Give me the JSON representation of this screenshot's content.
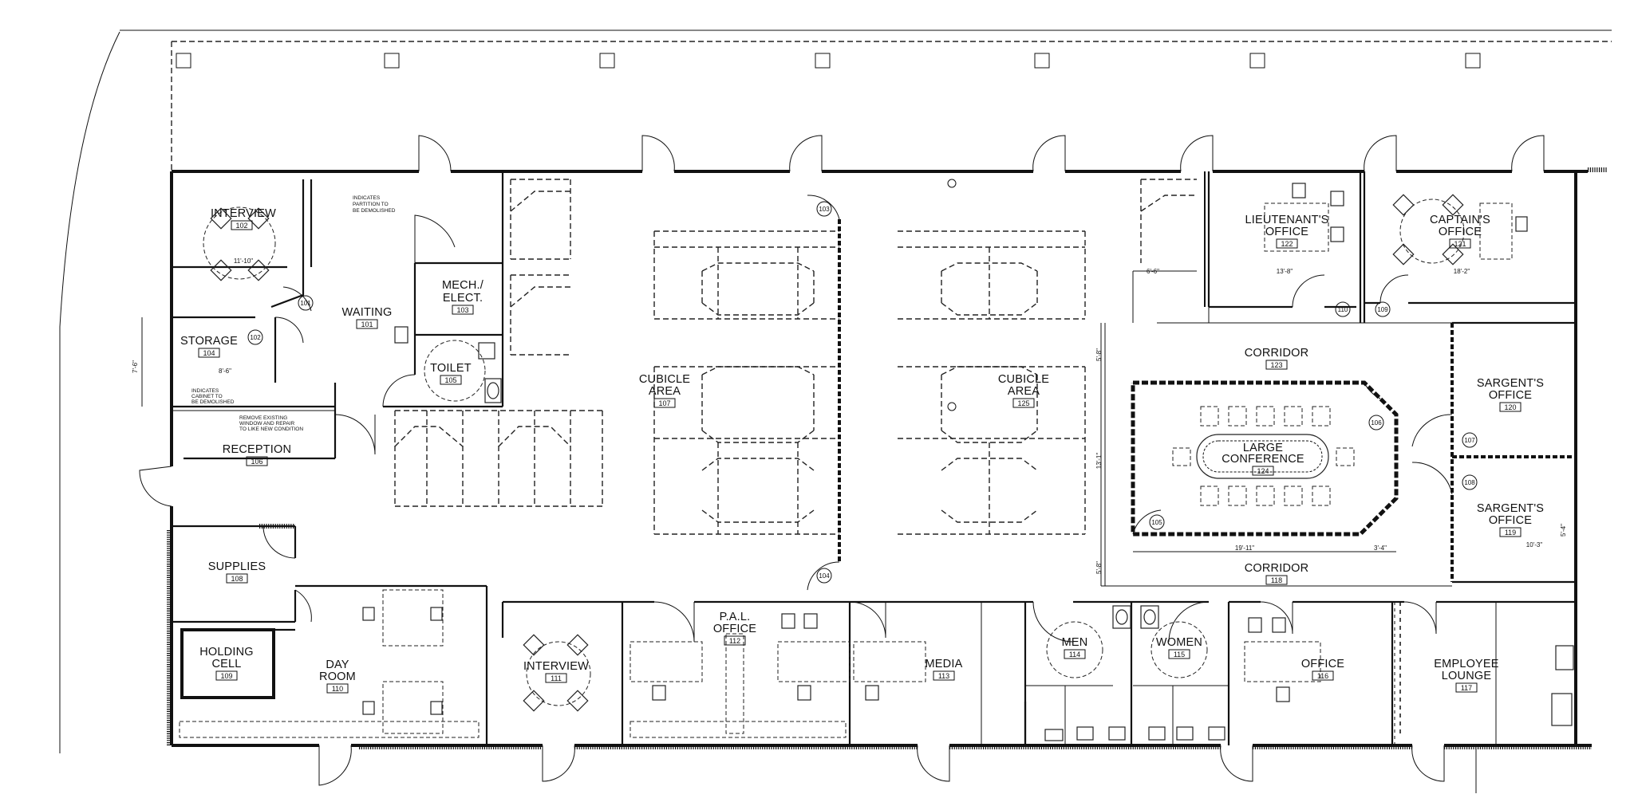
{
  "rooms": [
    {
      "id": "interview-102",
      "name": "INTERVIEW",
      "number": "102"
    },
    {
      "id": "waiting",
      "name": "WAITING",
      "number": "101"
    },
    {
      "id": "mech",
      "name": "MECH./\nELECT.",
      "number": "103"
    },
    {
      "id": "storage",
      "name": "STORAGE",
      "number": "104"
    },
    {
      "id": "toilet",
      "name": "TOILET",
      "number": "105"
    },
    {
      "id": "reception",
      "name": "RECEPTION",
      "number": "106"
    },
    {
      "id": "cubicle-107",
      "name": "CUBICLE\nAREA",
      "number": "107"
    },
    {
      "id": "cubicle-125",
      "name": "CUBICLE\nAREA",
      "number": "125"
    },
    {
      "id": "supplies",
      "name": "SUPPLIES",
      "number": "108"
    },
    {
      "id": "holding",
      "name": "HOLDING\nCELL",
      "number": "109"
    },
    {
      "id": "dayroom",
      "name": "DAY\nROOM",
      "number": "110"
    },
    {
      "id": "interview-111",
      "name": "INTERVIEW",
      "number": "111"
    },
    {
      "id": "pal",
      "name": "P.A.L.\nOFFICE",
      "number": "112"
    },
    {
      "id": "media",
      "name": "MEDIA",
      "number": "113"
    },
    {
      "id": "men",
      "name": "MEN",
      "number": "114"
    },
    {
      "id": "women",
      "name": "WOMEN",
      "number": "115"
    },
    {
      "id": "office",
      "name": "OFFICE",
      "number": "116"
    },
    {
      "id": "lounge",
      "name": "EMPLOYEE\nLOUNGE",
      "number": "117"
    },
    {
      "id": "corridor-118",
      "name": "CORRIDOR",
      "number": "118"
    },
    {
      "id": "corridor-123",
      "name": "CORRIDOR",
      "number": "123"
    },
    {
      "id": "conference",
      "name": "LARGE\nCONFERENCE",
      "number": "124"
    },
    {
      "id": "lieutenant",
      "name": "LIEUTENANT'S\nOFFICE",
      "number": "122"
    },
    {
      "id": "captain",
      "name": "CAPTAIN'S\nOFFICE",
      "number": "121"
    },
    {
      "id": "sargent-120",
      "name": "SARGENT'S\nOFFICE",
      "number": "120"
    },
    {
      "id": "sargent-119",
      "name": "SARGENT'S\nOFFICE",
      "number": "119"
    }
  ],
  "notes": {
    "partition": "INDICATES\nPARTITION TO\nBE DEMOLISHED",
    "cabinet": "INDICATES\nCABINET TO\nBE DEMOLISHED",
    "window": "REMOVE EXISTING\nWINDOW AND REPAIR\nTO LIKE NEW CONDITION"
  },
  "doors": [
    "101",
    "102",
    "103",
    "104",
    "105",
    "106",
    "107",
    "108",
    "109",
    "110"
  ],
  "dimensions": {
    "interview_w": "11'-10\"",
    "storage_w": "8'-6\"",
    "storage_h": "7'-6\"",
    "corridor_left": "6'-6\"",
    "lieutenant_w": "13'-8\"",
    "captain_w": "18'-2\"",
    "corr_h1": "5'-8\"",
    "conf_h": "13'-1\"",
    "corr_h2": "5'-8\"",
    "conf_w": "19'-11\"",
    "conf_w2": "3'-4\"",
    "sarg_w": "10'-3\"",
    "sarg_h": "5'-4\""
  }
}
